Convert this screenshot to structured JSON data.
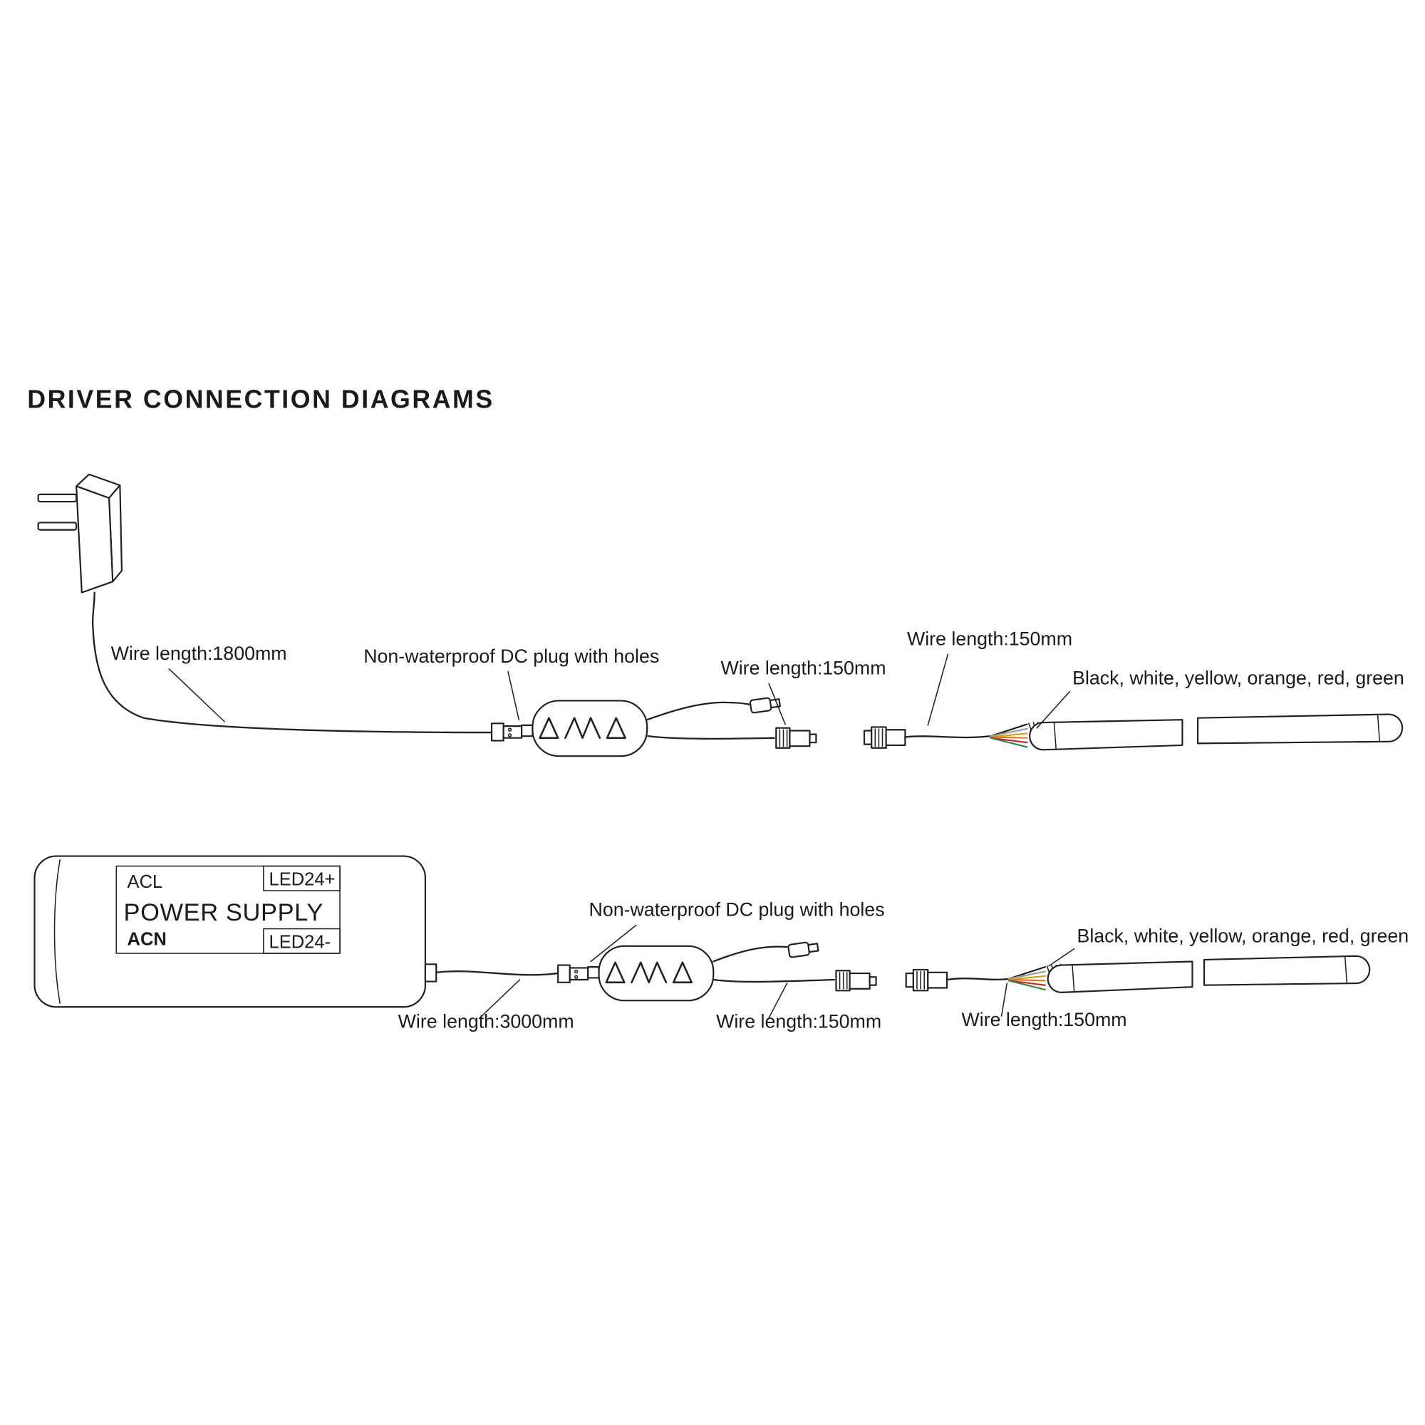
{
  "page": {
    "title": "DRIVER CONNECTION DIAGRAMS",
    "colors": {
      "title": "#9e1b32",
      "line": "#231f20",
      "background": "#ffffff"
    }
  },
  "top_diagram": {
    "labels": {
      "wire_length_input": "Wire length:1800mm",
      "dc_plug": "Non-waterproof DC plug with holes",
      "wire_length_output": "Wire length:150mm",
      "wire_length_strip": "Wire length:150mm",
      "strip_wires": "Black, white, yellow, orange, red, green"
    }
  },
  "bottom_diagram": {
    "power_supply": {
      "terminal_acl": "ACL",
      "terminal_led_plus": "LED24+",
      "name": "POWER SUPPLY",
      "terminal_acn": "ACN",
      "terminal_led_minus": "LED24-"
    },
    "labels": {
      "dc_plug": "Non-waterproof DC plug with holes",
      "wire_length_input": "Wire length:3000mm",
      "wire_length_output": "Wire length:150mm",
      "wire_length_strip": "Wire length:150mm",
      "strip_wires": "Black, white, yellow, orange, red, green"
    }
  },
  "strip_wire_colors": [
    "#1a1a1a",
    "#9a9a9a",
    "#d4a017",
    "#e07820",
    "#c0272d",
    "#2e8b45"
  ]
}
